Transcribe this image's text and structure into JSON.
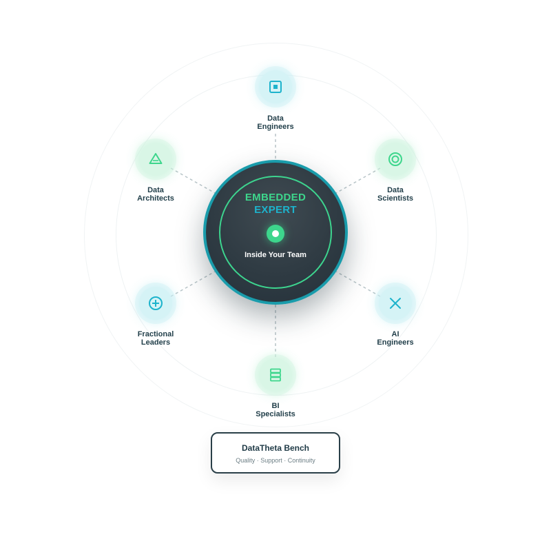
{
  "hub": {
    "title_line1": "EMBEDDED",
    "title_line2": "EXPERT",
    "subtitle": "Inside Your Team",
    "colors": {
      "title_line1": "#3dd68c",
      "title_line2": "#1db3cc",
      "border": "#1a9cab",
      "fill": "#2f3b43"
    }
  },
  "roles": [
    {
      "label_line1": "Data",
      "label_line2": "Engineers",
      "icon": "square-dot-icon",
      "tone": "teal"
    },
    {
      "label_line1": "Data",
      "label_line2": "Scientists",
      "icon": "concentric-circle-icon",
      "tone": "green"
    },
    {
      "label_line1": "AI",
      "label_line2": "Engineers",
      "icon": "x-icon",
      "tone": "teal"
    },
    {
      "label_line1": "BI",
      "label_line2": "Specialists",
      "icon": "stacked-layers-icon",
      "tone": "green"
    },
    {
      "label_line1": "Fractional",
      "label_line2": "Leaders",
      "icon": "circle-plus-icon",
      "tone": "teal"
    },
    {
      "label_line1": "Data",
      "label_line2": "Architects",
      "icon": "triangle-icon",
      "tone": "green"
    }
  ],
  "bench": {
    "title": "DataTheta Bench",
    "subtitle": "Quality · Support · Continuity"
  },
  "colors": {
    "teal": "#1db3cc",
    "green": "#3dd68c",
    "connector": "#b8c4c8"
  }
}
